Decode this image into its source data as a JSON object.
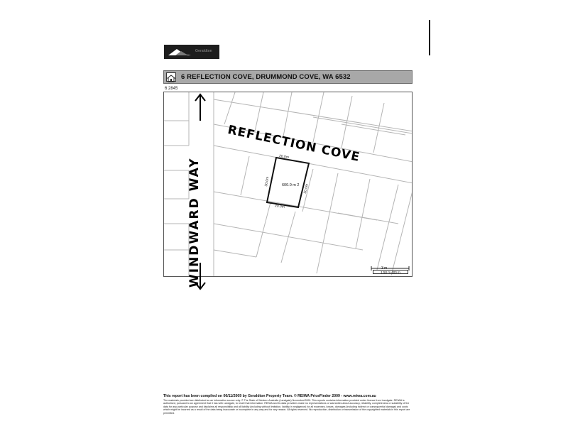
{
  "logo": {
    "text": "Geraldton"
  },
  "header": {
    "address": "6 REFLECTION COVE, DRUMMOND COVE, WA 6532"
  },
  "map": {
    "coordinate": "6 2845",
    "street_labels": {
      "cove": "REFLECTION COVE",
      "way": "WINDWARD WAY"
    },
    "lot": {
      "area": "600.0 m 2",
      "dim_top": "20.0m",
      "dim_left": "30.0m",
      "dim_right": "30.0m",
      "dim_bottom": "20.0m"
    },
    "scale": {
      "distance": "3 m",
      "ratio": "1:50 m 400 m"
    }
  },
  "footer": {
    "main": "This report has been compiled on 06/11/2009 by Geraldton Property Team. © REIWA PriceFinder 2009 - www.reiwa.com.au",
    "disclaimer": "The materials provided are distributed as an information source only. © The State of Western Australia (Landgate) November/2009. This reports contains information provided under licence from Landgate. REIWA is authorised, pursuant to an agreement that it has with Landgate, to resell that information. REIWA and its data providers make no representations or warranties about accuracy, reliability, completeness or suitability of the data for any particular purpose and disclaims all responsibility and all liability (including without limitation, liability in negligence) for all expenses, losses, damages (including indirect or consequential damage) and costs which might be incurred as a result of the data being inaccurate or incomplete in any way and for any reason. All rights reserved. No reproduction, distribution or transmission of the copyrighted materials in this report are permitted."
  }
}
